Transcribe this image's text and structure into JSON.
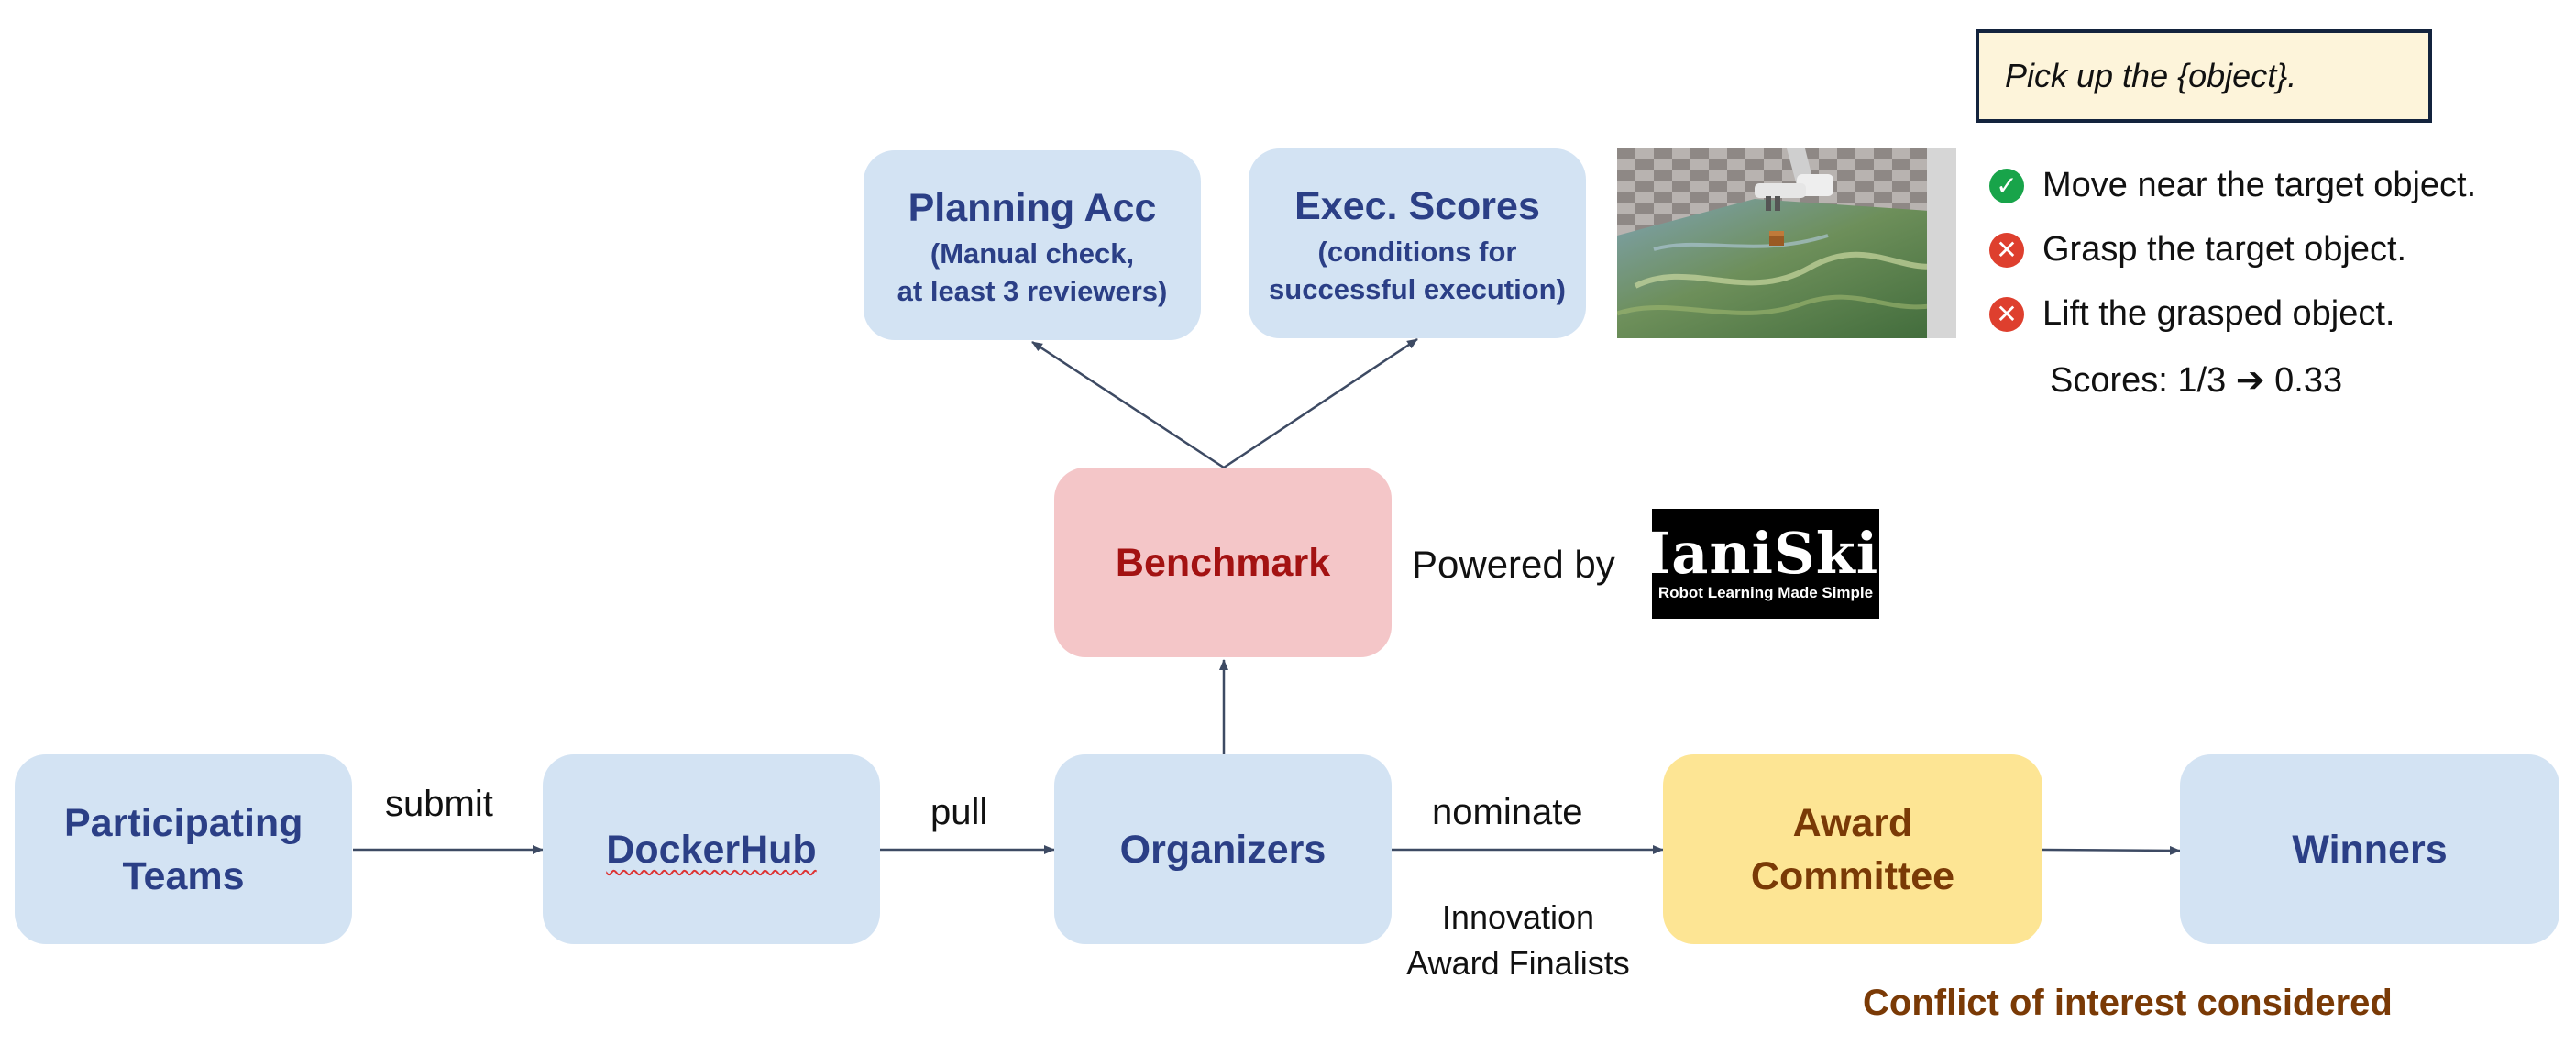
{
  "nodes": {
    "participating_teams": "Participating Teams",
    "dockerhub": "DockerHub",
    "organizers": "Organizers",
    "benchmark": "Benchmark",
    "award_committee": "Award Committee",
    "winners": "Winners",
    "planning_acc": {
      "title": "Planning Acc",
      "line1": "(Manual check,",
      "line2": "at least 3 reviewers)"
    },
    "exec_scores": {
      "title": "Exec. Scores",
      "line1": "(conditions for",
      "line2": "successful execution)"
    }
  },
  "edges": {
    "submit": "submit",
    "pull": "pull",
    "nominate": "nominate",
    "finalists_line1": "Innovation",
    "finalists_line2": "Award Finalists"
  },
  "powered_by": "Powered by",
  "logo": {
    "main": "ManiSkill",
    "tagline": "Robot Learning Made Simple"
  },
  "example": {
    "prompt": "Pick up the {object}.",
    "conditions": [
      {
        "status": "pass",
        "text": "Move near the target object."
      },
      {
        "status": "fail",
        "text": "Grasp the target object."
      },
      {
        "status": "fail",
        "text": "Lift the grasped object."
      }
    ],
    "score_text": "Scores: 1/3 ➔ 0.33"
  },
  "note": "Conflict of interest considered",
  "colors": {
    "node_blue": "#d3e3f3",
    "node_blue_text": "#2b3f86",
    "benchmark_fill": "#f4c6c8",
    "benchmark_text": "#a31212",
    "committee_fill": "#fde594",
    "committee_text": "#7a3a06",
    "arrow": "#3d4a63"
  }
}
